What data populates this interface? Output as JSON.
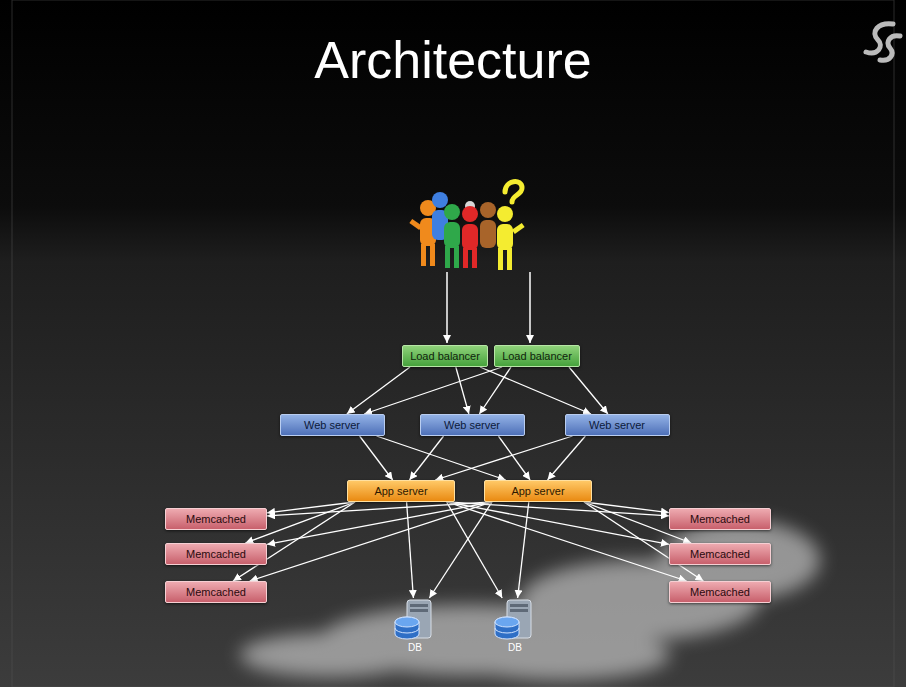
{
  "diagram": {
    "title": "Architecture",
    "nodes": [
      {
        "text": [
          "Load balancer"
        ]
      },
      {
        "text": [
          "Load balancer"
        ]
      },
      {
        "text": [
          "Web server"
        ]
      },
      {
        "text": [
          "Web server"
        ]
      },
      {
        "text": [
          "Web server"
        ]
      },
      {
        "text": [
          "App server"
        ]
      },
      {
        "text": [
          "App server"
        ]
      },
      {
        "text": [
          "Memcached"
        ]
      },
      {
        "text": [
          "Memcached"
        ]
      },
      {
        "text": [
          "Memcached"
        ]
      },
      {
        "text": [
          "Memcached"
        ]
      },
      {
        "text": [
          "Memcached"
        ]
      },
      {
        "text": [
          "Memcached"
        ]
      },
      {
        "text": [
          "DB"
        ]
      },
      {
        "text": [
          "DB"
        ]
      }
    ],
    "edges": [
      {
        "from": 0,
        "to": 2,
        "arrow": "to"
      },
      {
        "from": 0,
        "to": 3,
        "arrow": "to"
      },
      {
        "from": 0,
        "to": 4,
        "arrow": "to"
      },
      {
        "from": 1,
        "to": 2,
        "arrow": "to"
      },
      {
        "from": 1,
        "to": 3,
        "arrow": "to"
      },
      {
        "from": 1,
        "to": 4,
        "arrow": "to"
      },
      {
        "from": 2,
        "to": 5,
        "arrow": "to"
      },
      {
        "from": 2,
        "to": 6,
        "arrow": "to"
      },
      {
        "from": 3,
        "to": 5,
        "arrow": "to"
      },
      {
        "from": 3,
        "to": 6,
        "arrow": "to"
      },
      {
        "from": 4,
        "to": 5,
        "arrow": "to"
      },
      {
        "from": 4,
        "to": 6,
        "arrow": "to"
      },
      {
        "from": 5,
        "to": 7,
        "arrow": "to"
      },
      {
        "from": 5,
        "to": 8,
        "arrow": "to"
      },
      {
        "from": 5,
        "to": 9,
        "arrow": "to"
      },
      {
        "from": 5,
        "to": 10,
        "arrow": "to"
      },
      {
        "from": 5,
        "to": 11,
        "arrow": "to"
      },
      {
        "from": 5,
        "to": 12,
        "arrow": "to"
      },
      {
        "from": 5,
        "to": 13,
        "arrow": "to"
      },
      {
        "from": 5,
        "to": 14,
        "arrow": "to"
      },
      {
        "from": 6,
        "to": 7,
        "arrow": "to"
      },
      {
        "from": 6,
        "to": 8,
        "arrow": "to"
      },
      {
        "from": 6,
        "to": 9,
        "arrow": "to"
      },
      {
        "from": 6,
        "to": 10,
        "arrow": "to"
      },
      {
        "from": 6,
        "to": 11,
        "arrow": "to"
      },
      {
        "from": 6,
        "to": 12,
        "arrow": "to"
      },
      {
        "from": 6,
        "to": 13,
        "arrow": "to"
      },
      {
        "from": 6,
        "to": 14,
        "arrow": "to"
      }
    ]
  }
}
